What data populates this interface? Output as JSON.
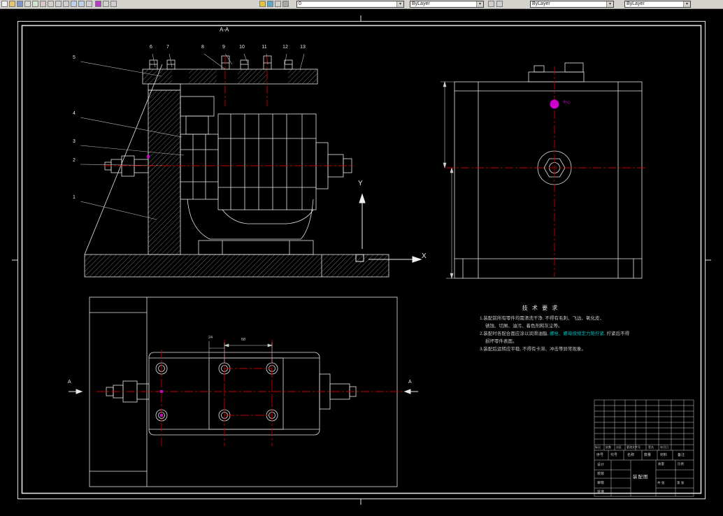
{
  "toolbar": {
    "layer_value": "0",
    "color_value": "ByLayer",
    "linetype_value": "ByLayer",
    "lineweight_value": "ByLayer",
    "icons": [
      "new-file",
      "open",
      "save",
      "print",
      "preview",
      "find",
      "cut",
      "copy",
      "paste",
      "undo",
      "redo",
      "pan",
      "layer-properties",
      "layer-states",
      "layer-previous",
      "zoom",
      "zoom-window",
      "zoom-previous",
      "properties",
      "make-object-layer",
      "layer-walk"
    ]
  },
  "colors": {
    "centerline": "#c40000",
    "snap_marker": "#cc00cc",
    "highlight": "#00b8b8"
  },
  "drawing": {
    "section_label": "A-A",
    "axis_x": "X",
    "axis_y": "Y",
    "balloons_left": [
      "5",
      "4",
      "3",
      "2",
      "1"
    ],
    "balloons_top": [
      "6",
      "7",
      "8",
      "9",
      "10",
      "11",
      "12",
      "13"
    ],
    "section_arrow": "A",
    "snap_label": "中心",
    "dim_bolt_span": "68",
    "dim_bolt_offset": "24"
  },
  "tech": {
    "title": "技 术 要 求",
    "l1": "1.装配前所有零件均需清洗干净, 不得有毛刺、飞边、氧化皮、",
    "l2": "锈蚀、切屑、油污、着色剂和灰尘等。",
    "l3a": "2.装配时各配合面应涂以润滑油脂, ",
    "l3b": "螺栓、螺母按规定力矩拧紧, ",
    "l3c": "拧紧后不得",
    "l4": "损坏零件表面。",
    "l5": "3.装配后运转应平稳, 不得有卡滞、冲击等异常现象。"
  },
  "title_block": {
    "revision_header": [
      "标记",
      "处数",
      "分区",
      "更改文件号",
      "签名",
      "年月日"
    ],
    "bom_header": [
      "序号",
      "代号",
      "名称",
      "数量",
      "材料",
      "备注"
    ],
    "roles": [
      "设计",
      "校核",
      "审核",
      "批准"
    ],
    "name": "装配图",
    "right_cells": [
      "质量",
      "比例",
      "共 张",
      "第 张"
    ]
  }
}
